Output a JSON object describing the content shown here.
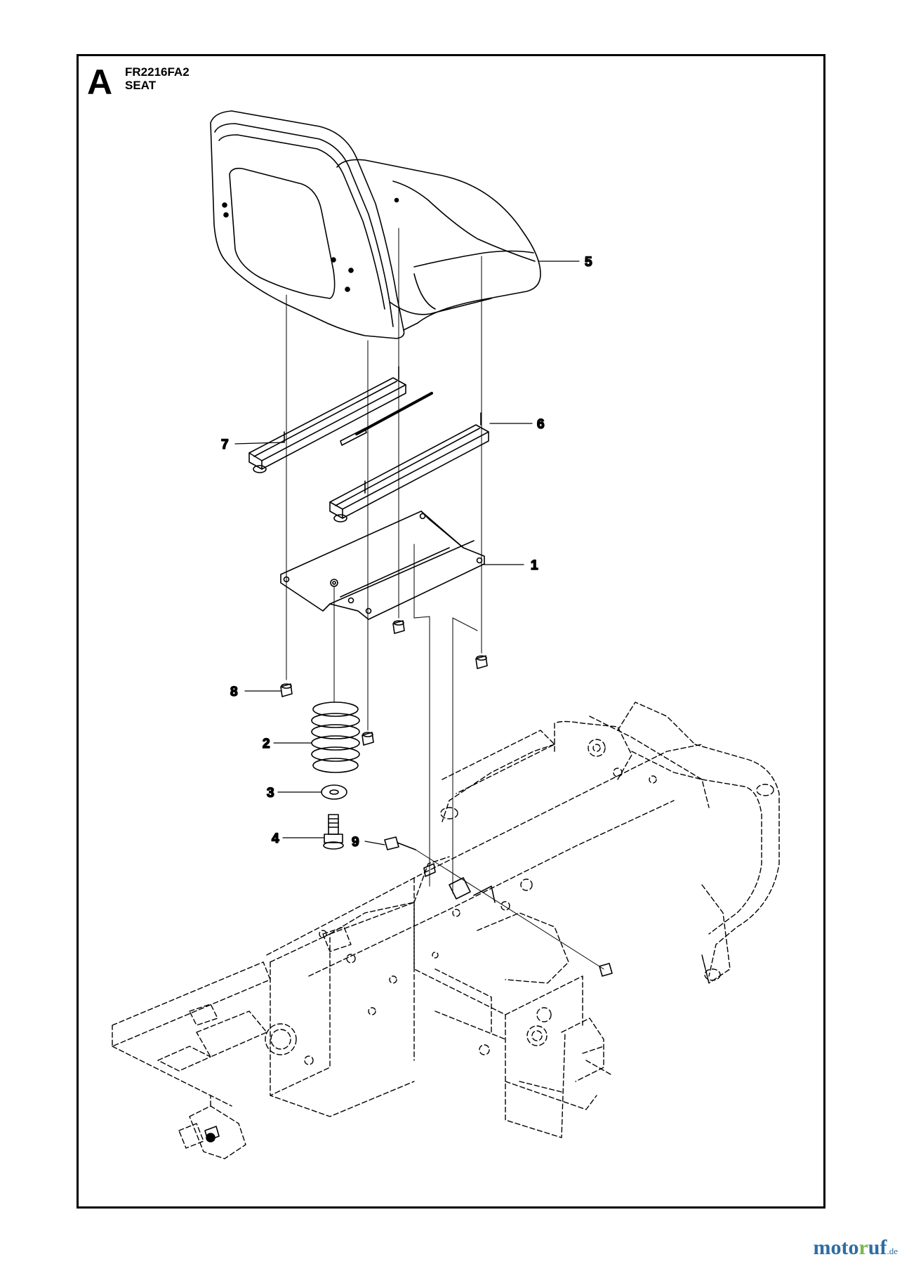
{
  "header": {
    "section_letter": "A",
    "model_code": "FR2216FA2",
    "section_title": "SEAT"
  },
  "callouts": [
    {
      "id": "1",
      "label": "1"
    },
    {
      "id": "2",
      "label": "2"
    },
    {
      "id": "3",
      "label": "3"
    },
    {
      "id": "4",
      "label": "4"
    },
    {
      "id": "5",
      "label": "5"
    },
    {
      "id": "6",
      "label": "6"
    },
    {
      "id": "7",
      "label": "7"
    },
    {
      "id": "8",
      "label": "8"
    },
    {
      "id": "9",
      "label": "9"
    }
  ],
  "watermark": {
    "part_a": "moto",
    "part_b": "r",
    "part_c": "uf",
    "tld": ".de"
  },
  "colors": {
    "line": "#000000",
    "watermark_blue": "#2e6da4",
    "watermark_green": "#7ab648"
  }
}
